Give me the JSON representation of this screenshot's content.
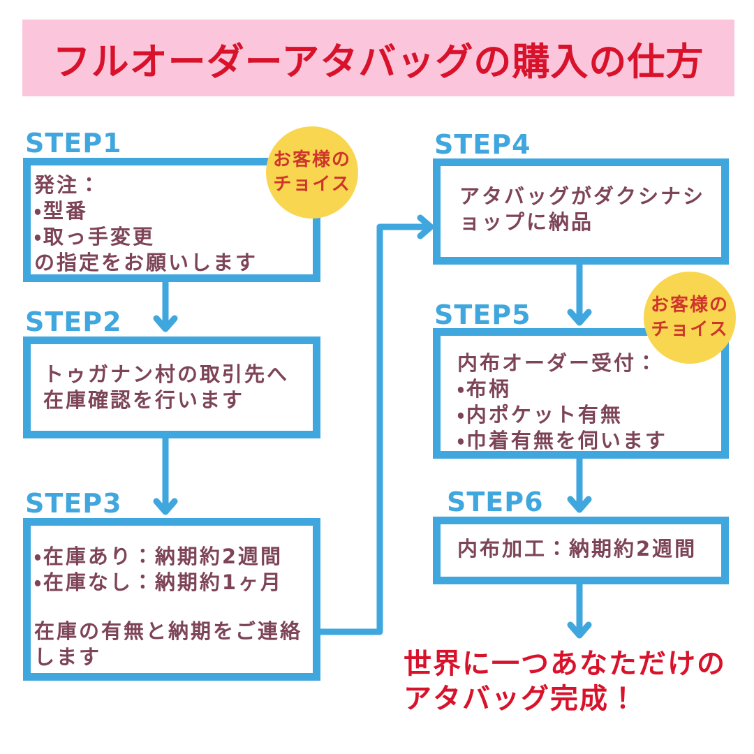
{
  "palette": {
    "pink_banner": "#FBC5DC",
    "title_red": "#D8122B",
    "flow_blue": "#3FA6DE",
    "box_text": "#7D4457",
    "badge_yellow": "#F8D64F",
    "badge_red": "#CE352B"
  },
  "title": {
    "text": "フルオーダーアタバッグの購入の仕方"
  },
  "steps": [
    {
      "label": "STEP1",
      "lines": [
        "発注：",
        "・型番",
        "・取っ手変更",
        "の指定をお願いします"
      ]
    },
    {
      "label": "STEP2",
      "lines": [
        "トゥガナン村の取引先へ",
        "在庫確認を行います"
      ]
    },
    {
      "label": "STEP3",
      "lines": [
        "・在庫あり：納期約2週間",
        "・在庫なし：納期約1ヶ月",
        "在庫の有無と納期をご連絡",
        "します"
      ]
    },
    {
      "label": "STEP4",
      "lines": [
        "アタバッグがダクシナシ",
        "ョップに納品"
      ]
    },
    {
      "label": "STEP5",
      "lines": [
        "内布オーダー受付：",
        "・布柄",
        "・内ポケット有無",
        "・巾着有無を伺います"
      ]
    },
    {
      "label": "STEP6",
      "lines": [
        "内布加工：納期約2週間"
      ]
    }
  ],
  "badges": {
    "customer_choice": {
      "line1": "お客様の",
      "line2": "チョイス"
    }
  },
  "result": {
    "line1": "世界に一つあなただけの",
    "line2": "アタバッグ完成！"
  }
}
